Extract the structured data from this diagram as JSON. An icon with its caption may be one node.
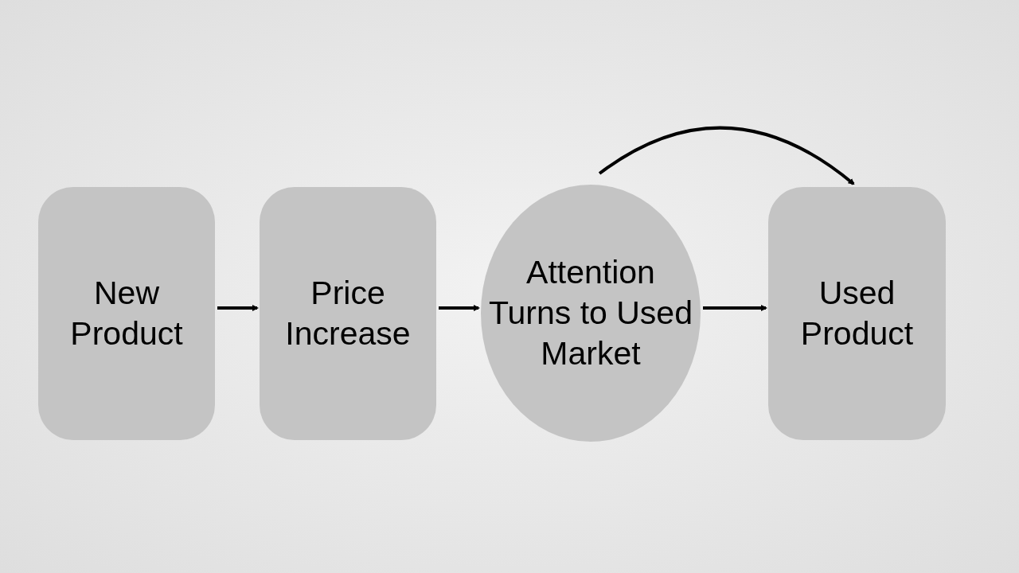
{
  "diagram": {
    "nodes": [
      {
        "text": [
          "New Product"
        ]
      },
      {
        "text": [
          "Price Increase"
        ]
      },
      {
        "text": [
          "Attention Turns to Used Market"
        ]
      },
      {
        "text": [
          "Used Product"
        ]
      }
    ],
    "edges": [
      {
        "from": 0,
        "to": 1,
        "arrow": "to"
      },
      {
        "from": 1,
        "to": 2,
        "arrow": "to"
      },
      {
        "from": 2,
        "to": 3,
        "arrow": "to"
      },
      {
        "from": 2,
        "to": 3,
        "arrow": "to"
      }
    ]
  }
}
